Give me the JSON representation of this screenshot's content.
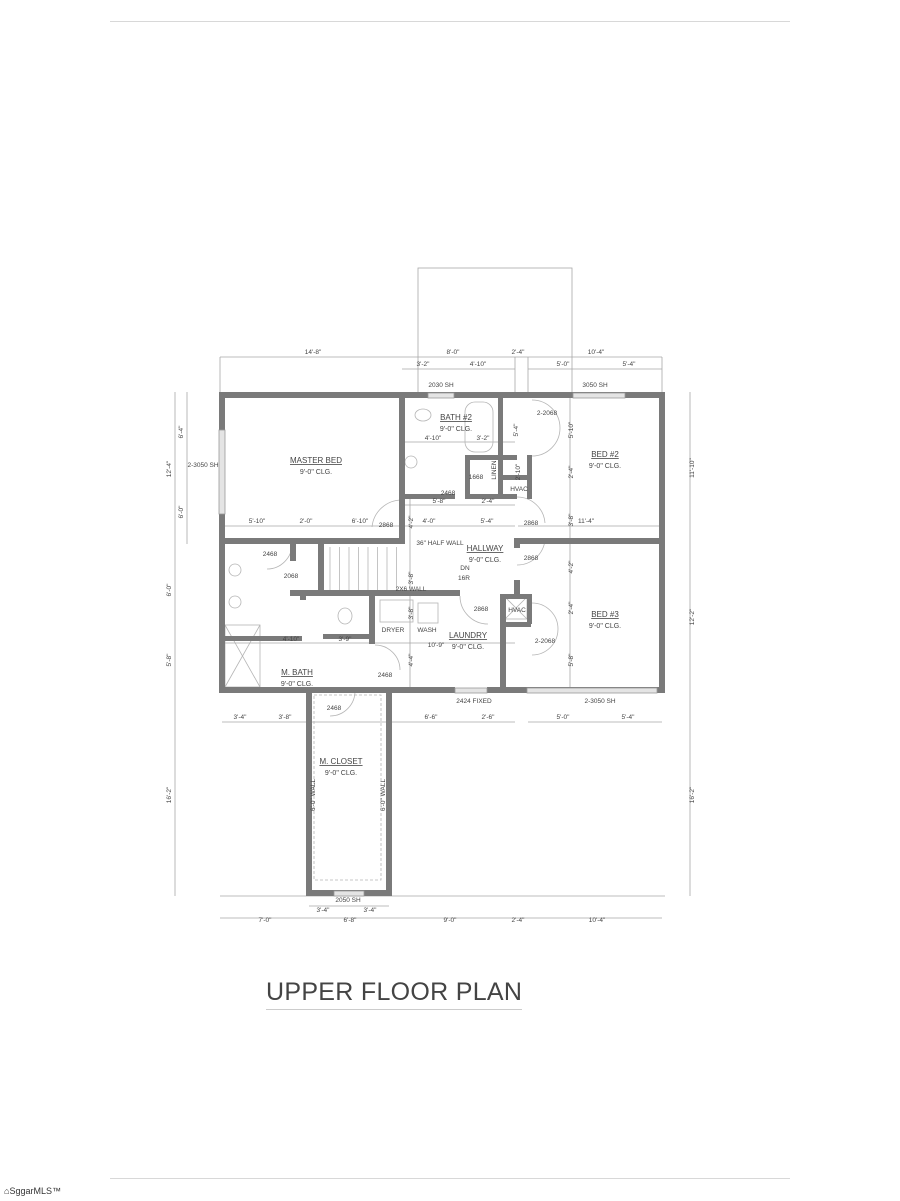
{
  "title": "UPPER FLOOR PLAN",
  "logo_text": "SggarMLS™",
  "colors": {
    "wall": "#7a7a7a",
    "dimension": "#9a9a9a",
    "text": "#444444"
  },
  "rooms": [
    {
      "name": "MASTER BED",
      "ceiling": "9'-0\" CLG."
    },
    {
      "name": "BATH #2",
      "ceiling": "9'-0\" CLG."
    },
    {
      "name": "BED #2",
      "ceiling": "9'-0\" CLG."
    },
    {
      "name": "HALLWAY",
      "ceiling": "9'-0\" CLG."
    },
    {
      "name": "BED #3",
      "ceiling": "9'-0\" CLG."
    },
    {
      "name": "LAUNDRY",
      "ceiling": "9'-0\" CLG."
    },
    {
      "name": "M. BATH",
      "ceiling": "9'-0\" CLG."
    },
    {
      "name": "M. CLOSET",
      "ceiling": "9'-0\" CLG."
    }
  ],
  "dimensions": [
    "14'-8\"",
    "8'-0\"",
    "2'-4\"",
    "10'-4\"",
    "3'-2\"",
    "4'-10\"",
    "5'-0\"",
    "5'-4\"",
    "6'-4\"",
    "12'-4\"",
    "6'-0\"",
    "6'-0\"",
    "5'-8\"",
    "16'-2\"",
    "11'-10\"",
    "12'-2\"",
    "16'-2\"",
    "4'-10\"",
    "3'-2\"",
    "5'-8\"",
    "2'-4\"",
    "5'-10\"",
    "2'-0\"",
    "6'-10\"",
    "4'-0\"",
    "5'-4\"",
    "11'-4\"",
    "4'-2\"",
    "3'-8\"",
    "5'-4\"",
    "2'-10\"",
    "5'-10\"",
    "2'-4\"",
    "3'-8\"",
    "4'-2\"",
    "2'-4\"",
    "5'-8\"",
    "3'-8\"",
    "4'-4\"",
    "4'-10\"",
    "3'-9\"",
    "10'-9\"",
    "3'-4\"",
    "3'-8\"",
    "6'-6\"",
    "2'-6\"",
    "5'-0\"",
    "5'-4\"",
    "3'-4\"",
    "3'-4\"",
    "7'-0\"",
    "6'-8\"",
    "9'-0\"",
    "2'-4\"",
    "10'-4\""
  ],
  "annotations": [
    "2030 SH",
    "3050 SH",
    "2-3050 SH",
    "2-2068",
    "1668",
    "LINEN",
    "HVAC",
    "2468",
    "2868",
    "2868",
    "2868",
    "36\" HALF WALL",
    "DN",
    "16R",
    "2X6 WALL",
    "2468",
    "2068",
    "2868",
    "DRYER",
    "WASH",
    "HVAC",
    "2-2068",
    "2468",
    "2468",
    "2424 FIXED",
    "2-3050 SH",
    "2050 SH",
    "6'-0\" WALL",
    "6'-0\" WALL"
  ]
}
